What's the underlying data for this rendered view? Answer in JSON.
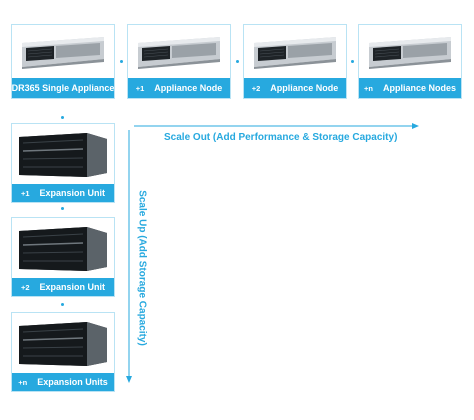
{
  "scale_out": {
    "label": "Scale Out (Add Performance & Storage Capacity)",
    "cards": [
      {
        "prefix": "",
        "label": "DR365 Single Appliance"
      },
      {
        "prefix": "+1",
        "label": "Appliance Node"
      },
      {
        "prefix": "+2",
        "label": "Appliance Node"
      },
      {
        "prefix": "+n",
        "label": "Appliance Nodes"
      }
    ]
  },
  "scale_up": {
    "label": "Scale Up (Add Storage Capacity)",
    "cards": [
      {
        "prefix": "+1",
        "label": "Expansion Unit"
      },
      {
        "prefix": "+2",
        "label": "Expansion Unit"
      },
      {
        "prefix": "+n",
        "label": "Expansion Units"
      }
    ]
  },
  "colors": {
    "accent": "#27a9df",
    "card_border": "#b9e3f4"
  },
  "icons": {
    "appliance": "rack-server-2u-icon",
    "expansion": "storage-jbod-4u-icon"
  }
}
